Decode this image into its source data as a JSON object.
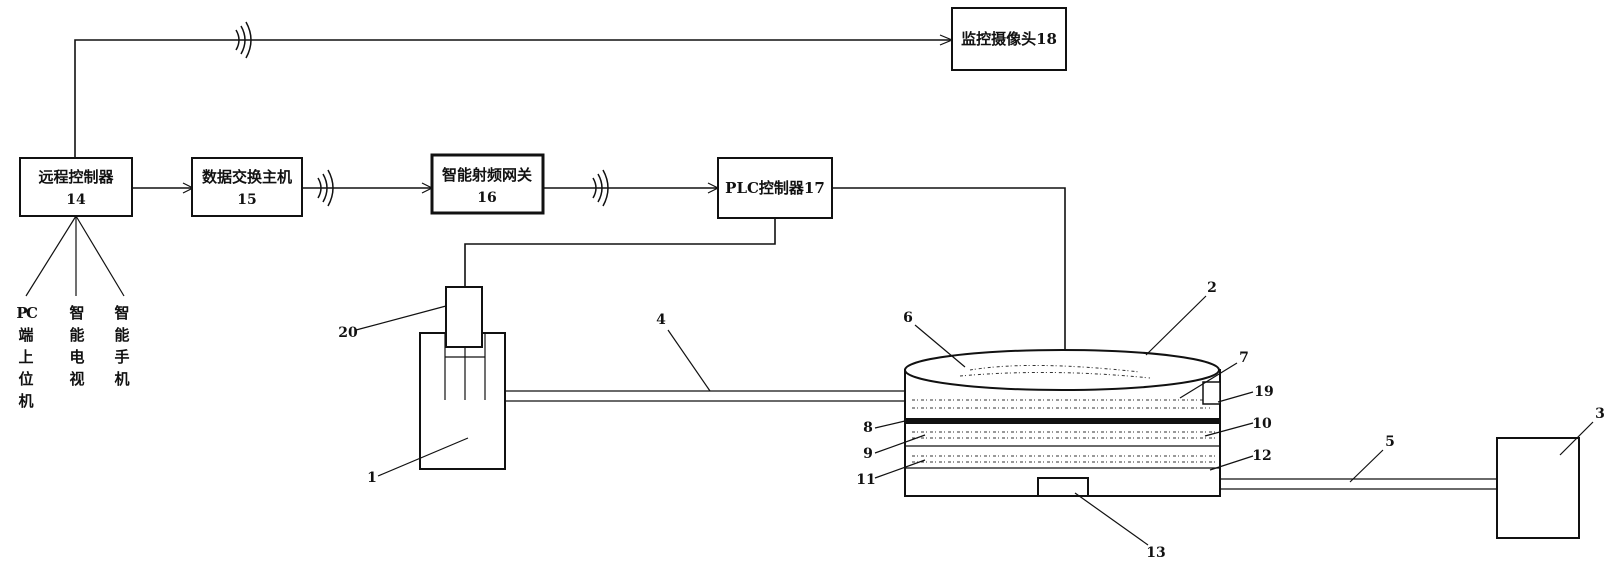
{
  "boxes": {
    "remote_controller": {
      "line1": "远程控制器",
      "line2": "14"
    },
    "data_exchange_host": {
      "line1": "数据交换主机",
      "line2": "15"
    },
    "smart_rf_gateway": {
      "line1": "智能射频网关",
      "line2": "16"
    },
    "plc_controller": {
      "label": "PLC控制器17"
    },
    "surveillance_camera": {
      "label": "监控摄像头18"
    }
  },
  "terminals": {
    "pc": [
      "P",
      "C",
      "端",
      "上",
      "位",
      "机"
    ],
    "smart_tv": [
      "智",
      "能",
      "电",
      "视"
    ],
    "smart_phone": [
      "智",
      "能",
      "手",
      "机"
    ]
  },
  "callouts": {
    "n1": "1",
    "n2": "2",
    "n3": "3",
    "n4": "4",
    "n5": "5",
    "n6": "6",
    "n7": "7",
    "n8": "8",
    "n9": "9",
    "n10": "10",
    "n11": "11",
    "n12": "12",
    "n13": "13",
    "n19": "19",
    "n20": "20"
  }
}
